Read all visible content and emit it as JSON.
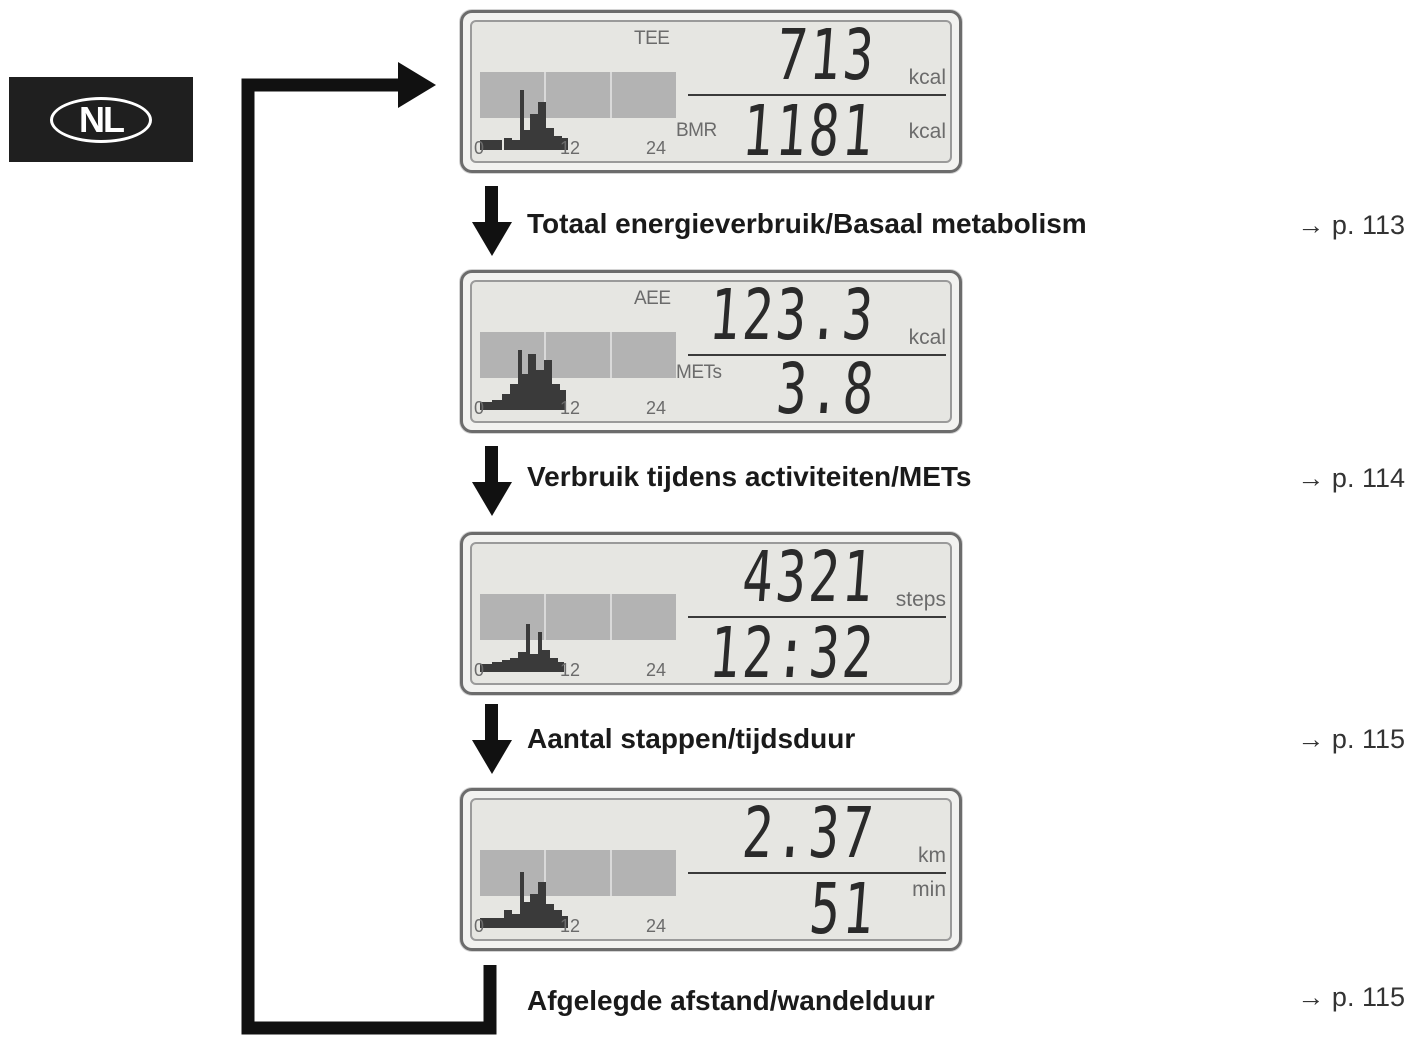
{
  "language_badge": "NL",
  "screens": [
    {
      "top_label": "TEE",
      "top_value": "713",
      "top_unit": "kcal",
      "bottom_label": "BMR",
      "bottom_value": "1181",
      "bottom_unit": "kcal",
      "axis": [
        "0",
        "12",
        "24"
      ]
    },
    {
      "top_label": "AEE",
      "top_value": "123.3",
      "top_unit": "kcal",
      "bottom_label": "METs",
      "bottom_value": "3.8",
      "bottom_unit": "",
      "axis": [
        "0",
        "12",
        "24"
      ]
    },
    {
      "top_label": "",
      "top_value": "4321",
      "top_unit": "steps",
      "bottom_label": "",
      "bottom_value": "12:32",
      "bottom_unit": "",
      "axis": [
        "0",
        "12",
        "24"
      ]
    },
    {
      "top_label": "",
      "top_value": "2.37",
      "top_unit": "km",
      "bottom_label": "",
      "bottom_value": "51",
      "bottom_unit": "min",
      "axis": [
        "0",
        "12",
        "24"
      ]
    }
  ],
  "steps": [
    {
      "label": "Totaal energieverbruik/Basaal metabolism",
      "page": "→ p. 113"
    },
    {
      "label": "Verbruik tijdens activiteiten/METs",
      "page": "→ p. 114"
    },
    {
      "label": "Aantal stappen/tijdsduur",
      "page": "→ p. 115"
    },
    {
      "label": "Afgelegde afstand/wandelduur",
      "page": "→ p. 115"
    }
  ],
  "colors": {
    "lcd_bg": "#e6e6e2",
    "segment": "#2a2a2a",
    "band": "#b3b3b3",
    "ink": "#1a1a1a"
  }
}
